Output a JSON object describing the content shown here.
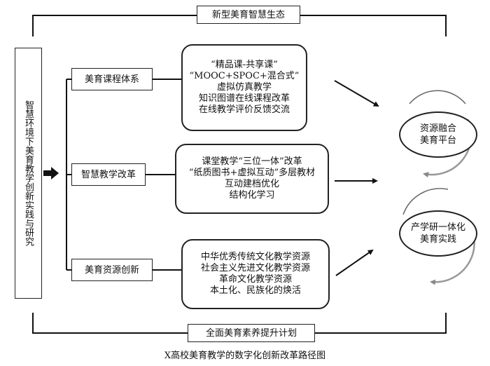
{
  "top_title": "新型美育智慧生态",
  "bottom_title": "全面美育素养提升计划",
  "left_main": "智慧环境下美育教学创新实践与研究",
  "categories": [
    "美育课程体系",
    "智慧教学改革",
    "美育资源创新"
  ],
  "details": [
    [
      "“精品课-共享课”",
      "“MOOC+SPOC+混合式”",
      "虚拟仿真教学",
      "知识图谱在线课程改革",
      "在线教学评价反馈交流"
    ],
    [
      "课堂教学“三位一体”改革",
      "“纸质图书+虚拟互动”多层教材",
      "互动建档优化",
      "结构化学习"
    ],
    [
      "中华优秀传统文化教学资源",
      "社会主义先进文化教学资源",
      "革命文化教学资源",
      "本土化、民族化的焕活"
    ]
  ],
  "circles": [
    [
      "资源融合",
      "美育平台"
    ],
    [
      "产学研一体化",
      "美育实践"
    ]
  ],
  "caption": "X高校美育教学的数字化创新改革路径图"
}
